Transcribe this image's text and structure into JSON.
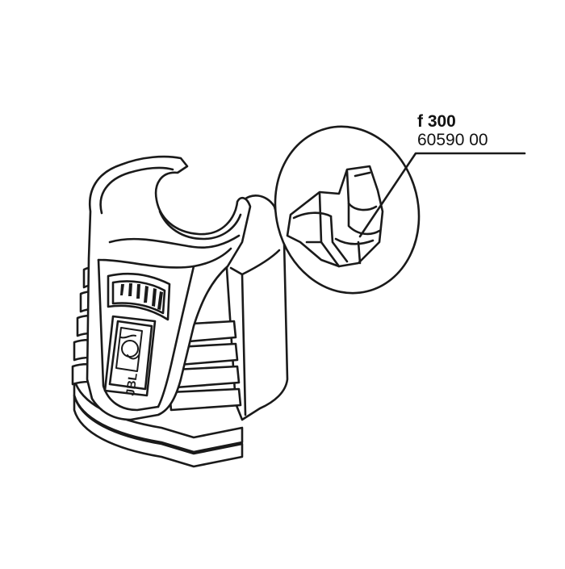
{
  "callout": {
    "model": "f 300",
    "part_number": "60590 00"
  },
  "logo": {
    "brand": "JBL"
  },
  "colors": {
    "line": "#1a1a1a",
    "background": "#ffffff"
  }
}
